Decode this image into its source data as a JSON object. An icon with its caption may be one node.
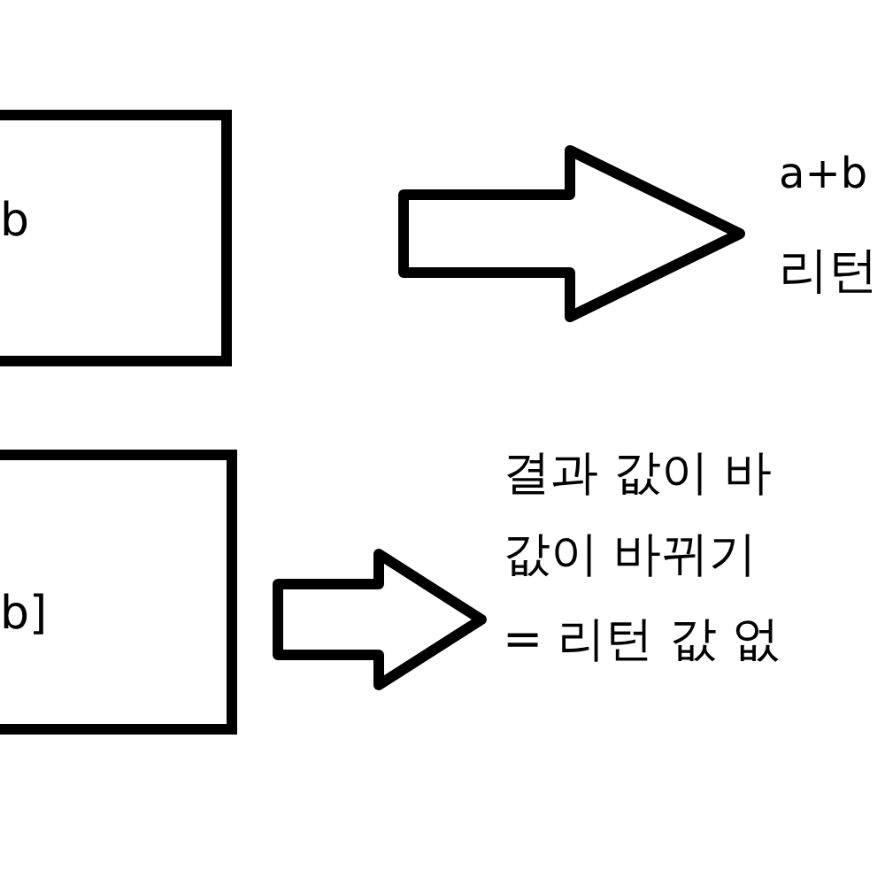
{
  "diagram": {
    "nodes": [
      {
        "text": [
          "b"
        ]
      },
      {
        "text": [
          "a+b",
          "리턴"
        ]
      },
      {
        "text": [
          "b]"
        ]
      },
      {
        "text": [
          "결과 값이 바",
          "값이 바뀌기",
          "= 리턴 값 없"
        ]
      }
    ],
    "edges": [
      {
        "from": 0,
        "to": 1,
        "arrow": "to"
      },
      {
        "from": 2,
        "to": 3,
        "arrow": "to"
      }
    ]
  }
}
